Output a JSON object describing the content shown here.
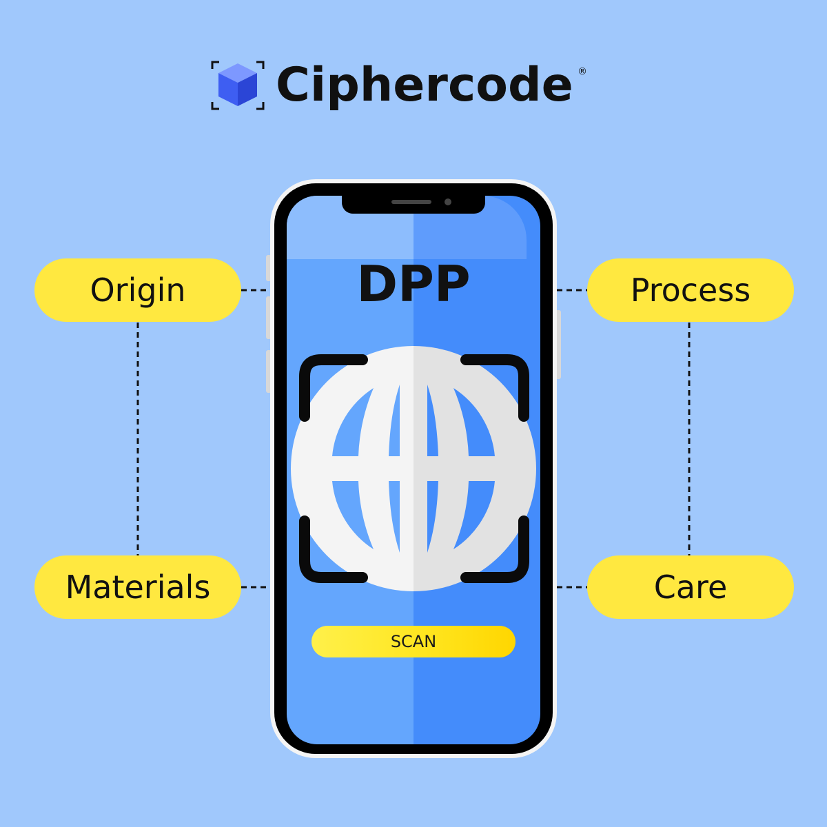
{
  "brand": {
    "name": "Ciphercode",
    "registered_mark": "®",
    "logo_icon": "cube-logo-icon"
  },
  "screen": {
    "title": "DPP",
    "center_icon": "globe-icon",
    "frame_icon": "scan-frame-icon",
    "button_label": "SCAN"
  },
  "nodes": [
    {
      "label": "Origin"
    },
    {
      "label": "Process"
    },
    {
      "label": "Materials"
    },
    {
      "label": "Care"
    }
  ],
  "colors": {
    "background": "#a0c8fc",
    "pill": "#ffe840",
    "screen_left": "#64a6fd",
    "screen_right": "#448cfb",
    "globe": "#eaeaea"
  }
}
